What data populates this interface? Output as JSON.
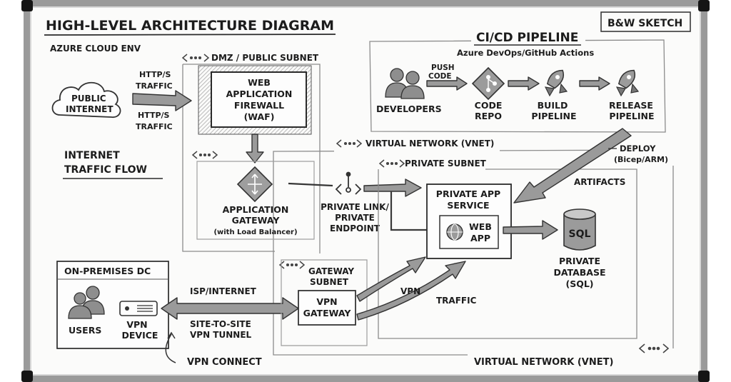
{
  "title": "HIGH-LEVEL ARCHITECTURE DIAGRAM",
  "badge": "B&W SKETCH",
  "subtitle": "AZURE CLOUD ENV",
  "dmz": {
    "label": "DMZ / PUBLIC SUBNET"
  },
  "internet": {
    "line1": "PUBLIC",
    "line2": "INTERNET",
    "traffic_top": [
      "HTTP/S",
      "TRAFFIC"
    ],
    "traffic_bottom": [
      "HTTP/S",
      "TRAFFIC"
    ]
  },
  "waf": {
    "lines": [
      "WEB",
      "APPLICATION",
      "FIREWALL",
      "(WAF)"
    ]
  },
  "internet_flow": {
    "line1": "INTERNET",
    "line2": "TRAFFIC FLOW"
  },
  "app_gateway": {
    "line1": "APPLICATION",
    "line2": "GATEWAY",
    "line3": "(with Load Balancer)"
  },
  "vnet_top": "VIRTUAL NETWORK (VNET)",
  "vnet_bottom": "VIRTUAL NETWORK (VNET)",
  "private_link": {
    "lines": [
      "PRIVATE LINK/",
      "PRIVATE",
      "ENDPOINT"
    ]
  },
  "private_subnet": "PRIVATE SUBNET",
  "private_app": {
    "line1": "PRIVATE APP",
    "line2": "SERVICE",
    "web1": "WEB",
    "web2": "APP"
  },
  "database": {
    "icon_label": "SQL",
    "lines": [
      "PRIVATE",
      "DATABASE",
      "(SQL)"
    ]
  },
  "cicd": {
    "title": "CI/CD PIPELINE",
    "subtitle": "Azure DevOps/GitHub Actions",
    "push_code": [
      "PUSH",
      "CODE"
    ],
    "developers": "DEVELOPERS",
    "code_repo": [
      "CODE",
      "REPO"
    ],
    "build": [
      "BUILD",
      "PIPELINE"
    ],
    "release": [
      "RELEASE",
      "PIPELINE"
    ]
  },
  "deploy": [
    "DEPLOY",
    "(Bicep/ARM)"
  ],
  "artifacts": "ARTIFACTS",
  "onprem": {
    "title": "ON-PREMISES DC",
    "users": "USERS",
    "vpn_device": [
      "VPN",
      "DEVICE"
    ]
  },
  "isp": "ISP/INTERNET",
  "site_to_site": [
    "SITE-TO-SITE",
    "VPN TUNNEL"
  ],
  "vpn_connect": "VPN CONNECT",
  "gateway_subnet": [
    "GATEWAY",
    "SUBNET"
  ],
  "vpn_gateway": [
    "VPN",
    "GATEWAY"
  ],
  "vpn_label": "VPN",
  "traffic_label": "TRAFFIC",
  "colors": {
    "ink": "#1c1c1c",
    "arrow_fill": "#9a9a9a",
    "board": "#fbfbfa",
    "frame": "#9a9a9a"
  },
  "icons": [
    "cloud-icon",
    "gateway-diamond-icon",
    "private-link-icon",
    "network-dots-icon",
    "users-icon",
    "git-repo-icon",
    "rocket-icon",
    "globe-icon",
    "database-icon",
    "vpn-device-icon"
  ]
}
